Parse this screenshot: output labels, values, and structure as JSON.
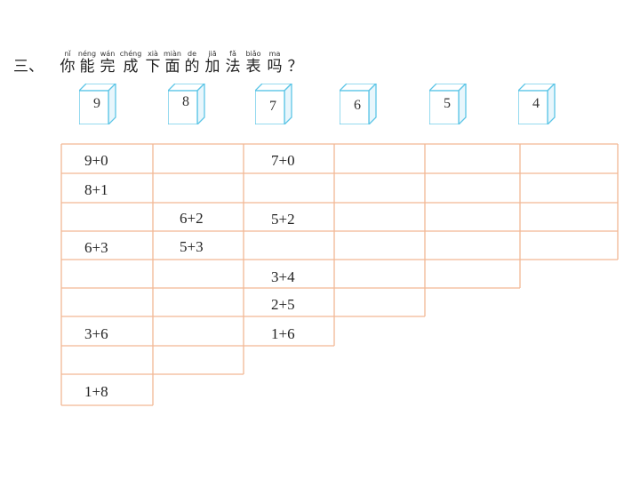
{
  "question": {
    "number": "三、",
    "characters": [
      "你",
      "能",
      "完",
      "成",
      "下",
      "面",
      "的",
      "加",
      "法",
      "表",
      "吗",
      "？"
    ],
    "pinyin": [
      "nǐ",
      "néng",
      "wán",
      "chéng",
      "xià",
      "miàn",
      "de",
      "jiā",
      "fǎ",
      "biǎo",
      "ma"
    ]
  },
  "cubes": [
    "9",
    "8",
    "7",
    "6",
    "5",
    "4"
  ],
  "table": {
    "cells": {
      "c1r1": "9+0",
      "c1r2": "8+1",
      "c1r4": "6+3",
      "c1r7": "3+6",
      "c1r9": "1+8",
      "c2r3": "6+2",
      "c2r4": "5+3",
      "c3r1": "7+0",
      "c3r3": "5+2",
      "c3r5": "3+4",
      "c3r6": "2+5",
      "c3r7": "1+6"
    }
  },
  "colors": {
    "grid_line": "#f2b894",
    "cube_line": "#5cc5e6",
    "cube_side": "#e8f6fc"
  }
}
